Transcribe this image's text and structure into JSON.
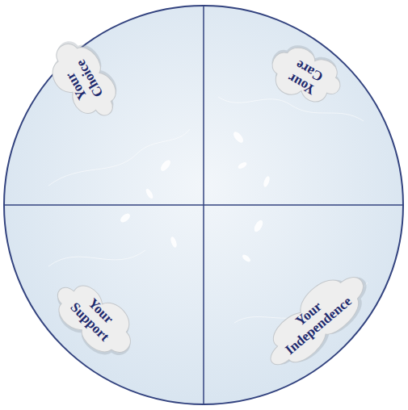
{
  "diagram": {
    "nodes": [
      {
        "text": [
          "Your Choice"
        ]
      },
      {
        "text": [
          "Your Care"
        ]
      },
      {
        "text": [
          "Your Support"
        ]
      },
      {
        "text": [
          "Your Independence"
        ]
      }
    ]
  }
}
